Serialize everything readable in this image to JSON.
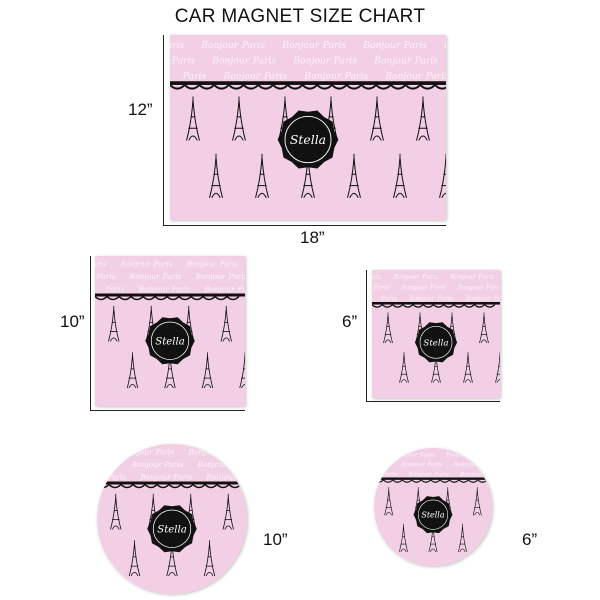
{
  "title": "CAR MAGNET SIZE CHART",
  "pattern": {
    "script_words": [
      "Paris",
      "Bonjour"
    ],
    "name": "Stella",
    "icon": "eiffel-tower-icon",
    "background_color": "#f2cfe4",
    "accent_color": "#111111"
  },
  "magnets": [
    {
      "shape": "rectangle",
      "width_label": "18”",
      "height_label": "12”"
    },
    {
      "shape": "square",
      "height_label": "10”"
    },
    {
      "shape": "square",
      "height_label": "6”"
    },
    {
      "shape": "circle",
      "size_label": "10”"
    },
    {
      "shape": "circle",
      "size_label": "6”"
    }
  ]
}
